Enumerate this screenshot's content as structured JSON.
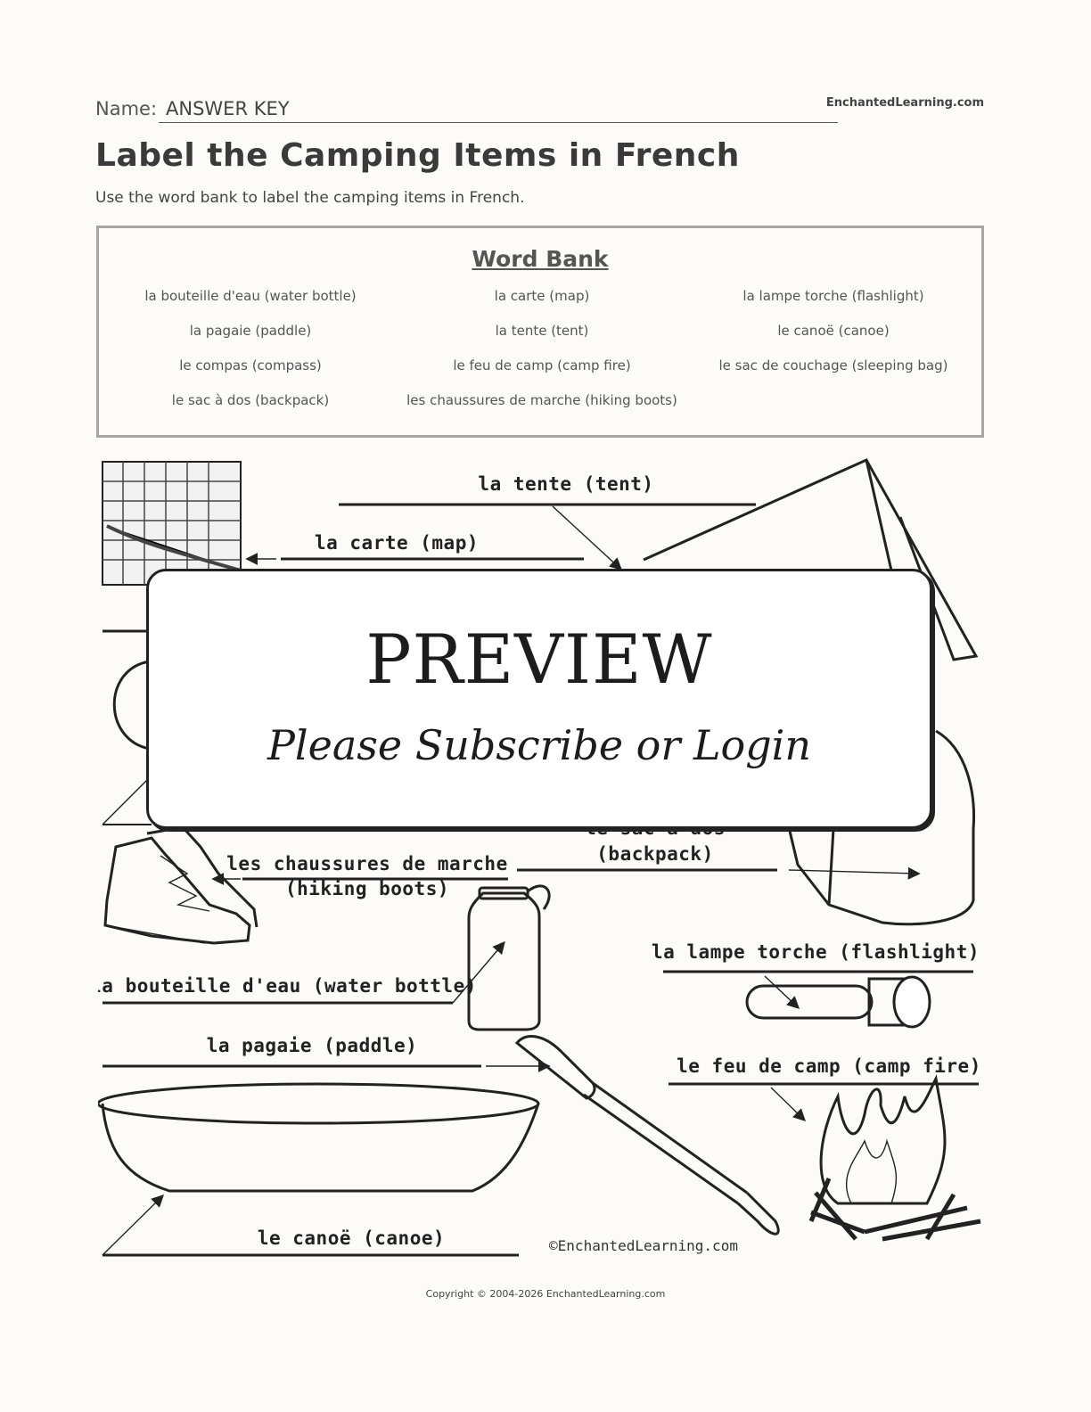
{
  "header": {
    "name_label": "Name:",
    "name_value": "ANSWER KEY",
    "site": "EnchantedLearning.com"
  },
  "title": "Label the Camping Items in French",
  "instructions": "Use the word bank to label the camping items in French.",
  "word_bank": {
    "title": "Word Bank",
    "items": [
      "la bouteille d'eau (water bottle)",
      "la carte (map)",
      "la lampe torche (flashlight)",
      "la pagaie (paddle)",
      "la tente (tent)",
      "le canoë (canoe)",
      "le compas (compass)",
      "le feu de camp (camp fire)",
      "le sac de couchage (sleeping bag)",
      "le sac à dos (backpack)",
      "les chaussures de marche (hiking boots)"
    ]
  },
  "diagram_labels": {
    "tent": "la tente (tent)",
    "map": "la carte (map)",
    "backpack_line1": "le sac à dos",
    "backpack_line2": "(backpack)",
    "boots_line1": "les chaussures de marche",
    "boots_line2": "(hiking boots)",
    "bottle": "la bouteille d'eau (water bottle)",
    "flashlight": "la lampe torche (flashlight)",
    "paddle": "la pagaie (paddle)",
    "campfire": "le feu de camp (camp fire)",
    "canoe": "le canoë (canoe)",
    "image_credit": "©EnchantedLearning.com"
  },
  "preview": {
    "title": "PREVIEW",
    "subtitle": "Please Subscribe or Login"
  },
  "footer": {
    "copyright": "Copyright © 2004-2026 EnchantedLearning.com"
  }
}
